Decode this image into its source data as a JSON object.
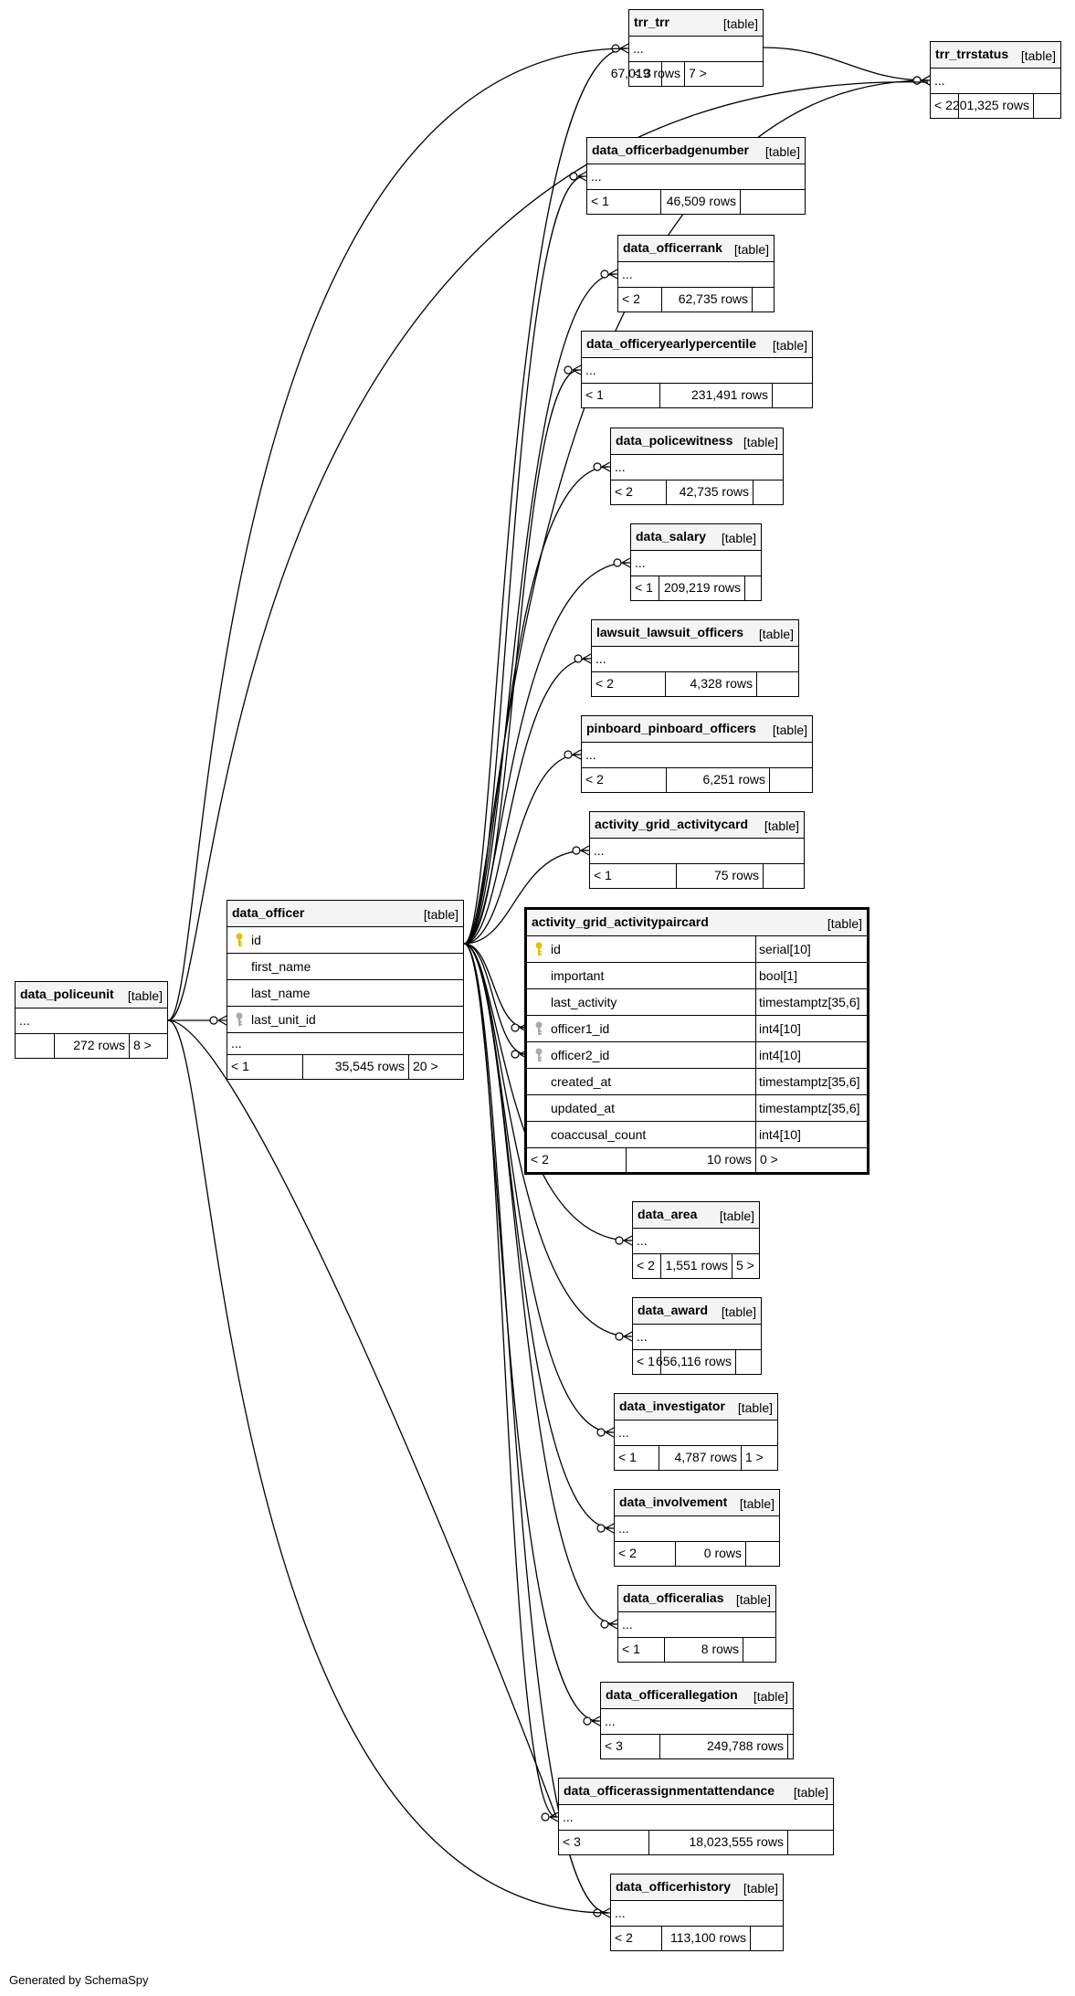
{
  "footer": "Generated by SchemaSpy",
  "table_type_label": "[table]",
  "ellipsis": "...",
  "tables": [
    {
      "id": "trr_trr",
      "name": "trr_trr",
      "rows": "67,019 rows",
      "parents": "< 3",
      "children": "7 >"
    },
    {
      "id": "trr_trrstatus",
      "name": "trr_trrstatus",
      "rows": "201,325 rows",
      "parents": "< 2",
      "children": ""
    },
    {
      "id": "data_officerbadgenumber",
      "name": "data_officerbadgenumber",
      "rows": "46,509 rows",
      "parents": "< 1",
      "children": ""
    },
    {
      "id": "data_officerrank",
      "name": "data_officerrank",
      "rows": "62,735 rows",
      "parents": "< 2",
      "children": ""
    },
    {
      "id": "data_officeryearlypercentile",
      "name": "data_officeryearlypercentile",
      "rows": "231,491 rows",
      "parents": "< 1",
      "children": ""
    },
    {
      "id": "data_policewitness",
      "name": "data_policewitness",
      "rows": "42,735 rows",
      "parents": "< 2",
      "children": ""
    },
    {
      "id": "data_salary",
      "name": "data_salary",
      "rows": "209,219 rows",
      "parents": "< 1",
      "children": ""
    },
    {
      "id": "lawsuit_lawsuit_officers",
      "name": "lawsuit_lawsuit_officers",
      "rows": "4,328 rows",
      "parents": "< 2",
      "children": ""
    },
    {
      "id": "pinboard_pinboard_officers",
      "name": "pinboard_pinboard_officers",
      "rows": "6,251 rows",
      "parents": "< 2",
      "children": ""
    },
    {
      "id": "activity_grid_activitycard",
      "name": "activity_grid_activitycard",
      "rows": "75 rows",
      "parents": "< 1",
      "children": ""
    },
    {
      "id": "data_area",
      "name": "data_area",
      "rows": "1,551 rows",
      "parents": "< 2",
      "children": "5 >"
    },
    {
      "id": "data_award",
      "name": "data_award",
      "rows": "656,116 rows",
      "parents": "< 1",
      "children": ""
    },
    {
      "id": "data_investigator",
      "name": "data_investigator",
      "rows": "4,787 rows",
      "parents": "< 1",
      "children": "1 >"
    },
    {
      "id": "data_involvement",
      "name": "data_involvement",
      "rows": "0 rows",
      "parents": "< 2",
      "children": ""
    },
    {
      "id": "data_officeralias",
      "name": "data_officeralias",
      "rows": "8 rows",
      "parents": "< 1",
      "children": ""
    },
    {
      "id": "data_officerallegation",
      "name": "data_officerallegation",
      "rows": "249,788 rows",
      "parents": "< 3",
      "children": ""
    },
    {
      "id": "data_officerassignmentattendance",
      "name": "data_officerassignmentattendance",
      "rows": "18,023,555 rows",
      "parents": "< 3",
      "children": ""
    },
    {
      "id": "data_officerhistory",
      "name": "data_officerhistory",
      "rows": "113,100 rows",
      "parents": "< 2",
      "children": ""
    },
    {
      "id": "data_policeunit",
      "name": "data_policeunit",
      "rows": "272 rows",
      "parents": "",
      "children": "8 >"
    }
  ],
  "data_officer": {
    "name": "data_officer",
    "columns": [
      {
        "name": "id",
        "key": "primary"
      },
      {
        "name": "first_name",
        "key": ""
      },
      {
        "name": "last_name",
        "key": ""
      },
      {
        "name": "last_unit_id",
        "key": "foreign"
      }
    ],
    "rows": "35,545 rows",
    "parents": "< 1",
    "children": "20 >"
  },
  "activity_grid_activitypaircard": {
    "name": "activity_grid_activitypaircard",
    "columns": [
      {
        "name": "id",
        "type": "serial[10]",
        "key": "primary"
      },
      {
        "name": "important",
        "type": "bool[1]",
        "key": ""
      },
      {
        "name": "last_activity",
        "type": "timestamptz[35,6]",
        "key": ""
      },
      {
        "name": "officer1_id",
        "type": "int4[10]",
        "key": "foreign"
      },
      {
        "name": "officer2_id",
        "type": "int4[10]",
        "key": "foreign"
      },
      {
        "name": "created_at",
        "type": "timestamptz[35,6]",
        "key": ""
      },
      {
        "name": "updated_at",
        "type": "timestamptz[35,6]",
        "key": ""
      },
      {
        "name": "coaccusal_count",
        "type": "int4[10]",
        "key": ""
      }
    ],
    "rows": "10 rows",
    "parents": "< 2",
    "children": "0 >"
  },
  "colors": {
    "primary_key": "#e0c000",
    "foreign_key": "#aaaaaa",
    "header_bg": "#f4f4f4"
  }
}
